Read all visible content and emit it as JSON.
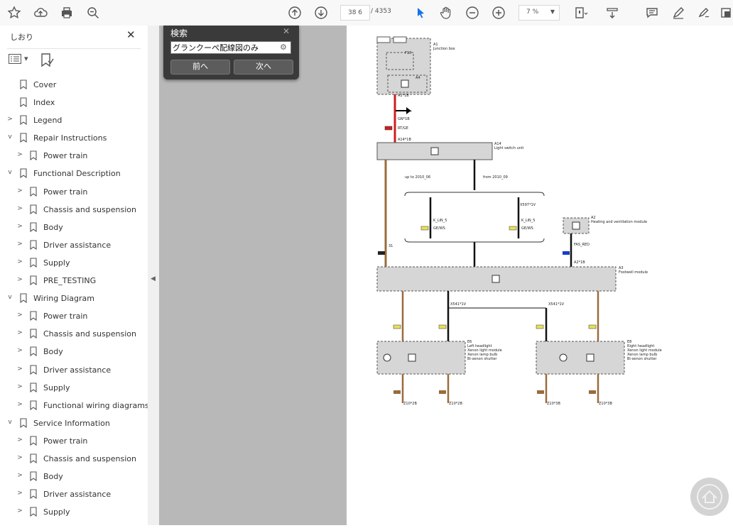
{
  "toolbar": {
    "page_current": "38 6",
    "page_total": "/ 4353",
    "zoom": "7 %",
    "zoom_caret": "▼",
    "icons": [
      "star-icon",
      "upload-icon",
      "print-icon",
      "zoom-search-icon",
      "page-up-icon",
      "page-down-icon",
      "select-cursor-icon",
      "hand-icon",
      "zoom-out-icon",
      "zoom-in-icon",
      "fit-page-icon",
      "scroll-mode-icon",
      "comment-icon",
      "highlight-pen-icon",
      "sign-icon",
      "share-icon"
    ]
  },
  "sidebar": {
    "title": "しおり",
    "close": "✕",
    "options_caret": "▾",
    "items": [
      {
        "label": "Cover",
        "level": 0,
        "expander": ""
      },
      {
        "label": "Index",
        "level": 0,
        "expander": ""
      },
      {
        "label": "Legend",
        "level": 0,
        "expander": ">"
      },
      {
        "label": "Repair Instructions",
        "level": 0,
        "expander": "v"
      },
      {
        "label": "Power train",
        "level": 1,
        "expander": ">"
      },
      {
        "label": "Functional Description",
        "level": 0,
        "expander": "v"
      },
      {
        "label": "Power train",
        "level": 1,
        "expander": ">"
      },
      {
        "label": "Chassis and suspension",
        "level": 1,
        "expander": ">"
      },
      {
        "label": "Body",
        "level": 1,
        "expander": ">"
      },
      {
        "label": "Driver assistance",
        "level": 1,
        "expander": ">"
      },
      {
        "label": "Supply",
        "level": 1,
        "expander": ">"
      },
      {
        "label": "PRE_TESTING",
        "level": 1,
        "expander": ">"
      },
      {
        "label": "Wiring Diagram",
        "level": 0,
        "expander": "v"
      },
      {
        "label": "Power train",
        "level": 1,
        "expander": ">"
      },
      {
        "label": "Chassis and suspension",
        "level": 1,
        "expander": ">"
      },
      {
        "label": "Body",
        "level": 1,
        "expander": ">"
      },
      {
        "label": "Driver assistance",
        "level": 1,
        "expander": ">"
      },
      {
        "label": "Supply",
        "level": 1,
        "expander": ">"
      },
      {
        "label": "Functional wiring diagrams",
        "level": 1,
        "expander": ">"
      },
      {
        "label": "Service Information",
        "level": 0,
        "expander": "v"
      },
      {
        "label": "Power train",
        "level": 1,
        "expander": ">"
      },
      {
        "label": "Chassis and suspension",
        "level": 1,
        "expander": ">"
      },
      {
        "label": "Body",
        "level": 1,
        "expander": ">"
      },
      {
        "label": "Driver assistance",
        "level": 1,
        "expander": ">"
      },
      {
        "label": "Supply",
        "level": 1,
        "expander": ">"
      }
    ]
  },
  "collapse_arrow": "◀",
  "find": {
    "title": "検索",
    "close": "✕",
    "query": "グランクーペ配線図のみ",
    "gear": "⚙",
    "prev": "前へ",
    "next": "次へ"
  },
  "diagram": {
    "texts": [
      {
        "k": "a1",
        "t": "A1"
      },
      {
        "k": "jb",
        "t": "Junction box"
      },
      {
        "k": "f13",
        "t": "F13"
      },
      {
        "k": "a4",
        "t": "A4"
      },
      {
        "k": "a1x",
        "t": "A1*1B"
      },
      {
        "k": "w1",
        "t": "GN*1B"
      },
      {
        "k": "w1b",
        "t": "RT/GE"
      },
      {
        "k": "a14x",
        "t": "A14*1B"
      },
      {
        "k": "a14",
        "t": "A14"
      },
      {
        "k": "lsu",
        "t": "Light switch unit"
      },
      {
        "k": "up",
        "t": "up to 2010_06"
      },
      {
        "k": "from",
        "t": "from 2010_09"
      },
      {
        "k": "x",
        "t": "X597*1V"
      },
      {
        "k": "kl1",
        "t": "K_LIN_5"
      },
      {
        "k": "kl2",
        "t": "K_LIN_5"
      },
      {
        "k": "gn1",
        "t": "GE/WS"
      },
      {
        "k": "gn2",
        "t": "GE/WS"
      },
      {
        "k": "a2",
        "t": "A2"
      },
      {
        "k": "hcr",
        "t": "Heating and ventilation module"
      },
      {
        "k": "fas",
        "t": "FAS_RED"
      },
      {
        "k": "a2x",
        "t": "A2*1B"
      },
      {
        "k": "a3",
        "t": "A3"
      },
      {
        "k": "fm",
        "t": "Footwell module"
      },
      {
        "k": "l31",
        "t": "31"
      },
      {
        "k": "x1",
        "t": "X541*1V"
      },
      {
        "k": "x2",
        "t": "X541*1V"
      },
      {
        "k": "e6",
        "t": "E6"
      },
      {
        "k": "e6l",
        "t": "Left headlight"
      },
      {
        "k": "e6a",
        "t": "Xenon light module"
      },
      {
        "k": "e6b",
        "t": "Xenon lamp bulb"
      },
      {
        "k": "e6c",
        "t": "Bi-xenon shutter"
      },
      {
        "k": "e8",
        "t": "E8"
      },
      {
        "k": "e8l",
        "t": "Right headlight"
      },
      {
        "k": "e8a",
        "t": "Xenon light module"
      },
      {
        "k": "e8b",
        "t": "Xenon lamp bulb"
      },
      {
        "k": "e8c",
        "t": "Bi-xenon shutter"
      },
      {
        "k": "z1",
        "t": "Z10*2B"
      },
      {
        "k": "z2",
        "t": "Z10*2B"
      },
      {
        "k": "z3",
        "t": "Z10*3B"
      },
      {
        "k": "z4",
        "t": "Z10*3B"
      }
    ]
  },
  "colors": {
    "toolbar_bg": "#f8f8f8",
    "gray_area": "#b8b8b8",
    "find_bg": "#3a3a3a",
    "wire_red": "#cc1f1f",
    "wire_brown": "#9a6b3c",
    "wire_blue": "#1a3cc8",
    "wire_yellow": "#e8e05a",
    "module_fill": "#d6d6d6"
  }
}
